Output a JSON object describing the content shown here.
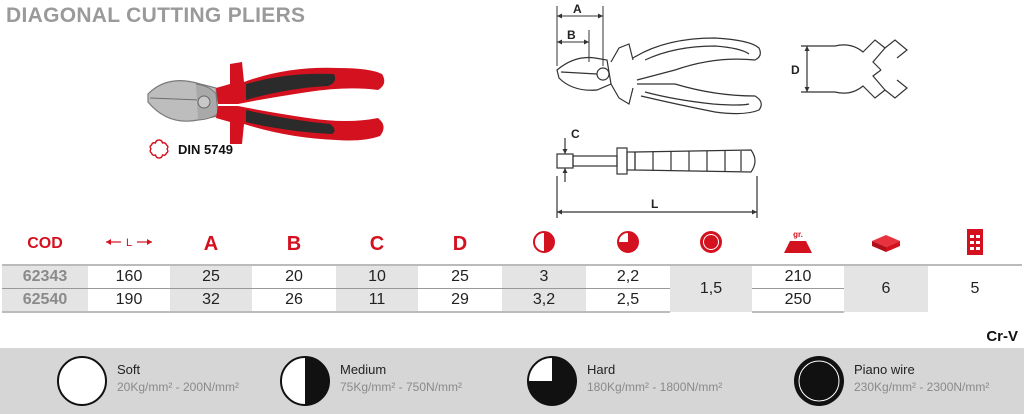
{
  "title": "DIAGONAL CUTTING PLIERS",
  "standard": "DIN 5749",
  "drawing_labels": {
    "a": "A",
    "b": "B",
    "c": "C",
    "d": "D",
    "l": "L"
  },
  "colors": {
    "red": "#d4111f",
    "black": "#2b2b2b",
    "grey_text": "#8a8a8a",
    "shade": "#e4e4e4",
    "legend_bg": "#d6d6d6"
  },
  "table": {
    "headers": {
      "cod": "COD",
      "length_icon": "length-icon",
      "a": "A",
      "b": "B",
      "c": "C",
      "d": "D",
      "soft_icon": "cut-soft-icon",
      "medium_icon": "cut-medium-icon",
      "hard_icon": "cut-hard-icon",
      "weight_label": "gr.",
      "package_icon": "package-icon",
      "box_icon": "box-icon"
    },
    "length_label": "L",
    "rows": [
      {
        "cod": "62343",
        "l": "160",
        "a": "25",
        "b": "20",
        "c": "10",
        "d": "25",
        "soft": "3",
        "medium": "2,2",
        "weight": "210"
      },
      {
        "cod": "62540",
        "l": "190",
        "a": "32",
        "b": "26",
        "c": "11",
        "d": "29",
        "soft": "3,2",
        "medium": "2,5",
        "weight": "250"
      }
    ],
    "hard_shared": "1,5",
    "package_shared": "6",
    "box_shared": "5"
  },
  "material": "Cr-V",
  "legend": [
    {
      "name": "Soft",
      "value": "20Kg/mm² - 200N/mm²",
      "fill": 0
    },
    {
      "name": "Medium",
      "value": "75Kg/mm² - 750N/mm²",
      "fill": 0.5
    },
    {
      "name": "Hard",
      "value": "180Kg/mm² - 1800N/mm²",
      "fill": 0.75
    },
    {
      "name": "Piano wire",
      "value": "230Kg/mm² - 2300N/mm²",
      "fill": 1
    }
  ]
}
